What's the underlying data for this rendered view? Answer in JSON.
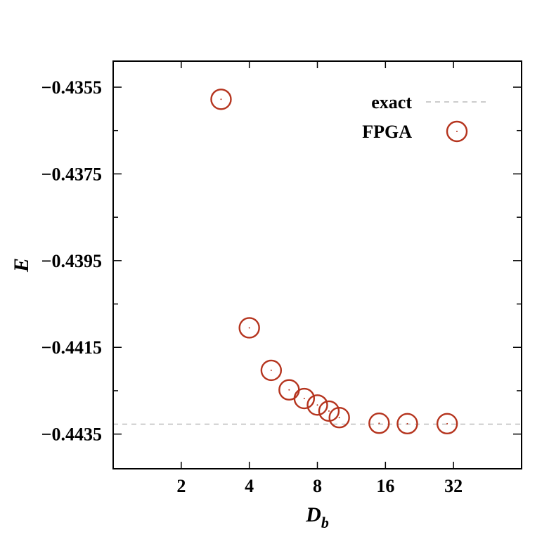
{
  "chart_data": {
    "type": "scatter",
    "title": "",
    "xlabel": "D",
    "xlabel_sub": "b",
    "ylabel": "E",
    "x_scale": "log2",
    "xlim": [
      1,
      64
    ],
    "ylim": [
      -0.4443,
      -0.4349
    ],
    "x_ticks": [
      2,
      4,
      8,
      16,
      32
    ],
    "x_tick_labels": [
      "2",
      "4",
      "8",
      "16",
      "32"
    ],
    "y_ticks": [
      -0.4355,
      -0.4375,
      -0.4395,
      -0.4415,
      -0.4435
    ],
    "y_tick_labels": [
      "−0.4355",
      "−0.4375",
      "−0.4395",
      "−0.4415",
      "−0.4435"
    ],
    "legend": {
      "placement": "top-right",
      "entries": [
        "exact",
        "FPGA"
      ]
    },
    "series": [
      {
        "name": "exact",
        "style": "dashed-line",
        "color": "#bbbbbb",
        "value": -0.44327
      },
      {
        "name": "FPGA",
        "style": "open-circle",
        "color": "#b5341e",
        "x": [
          3,
          4,
          5,
          6,
          7,
          8,
          9,
          10,
          15,
          20,
          30
        ],
        "y": [
          -0.43578,
          -0.44105,
          -0.44203,
          -0.44248,
          -0.44268,
          -0.44283,
          -0.44297,
          -0.44312,
          -0.44325,
          -0.44326,
          -0.44326
        ]
      }
    ]
  }
}
